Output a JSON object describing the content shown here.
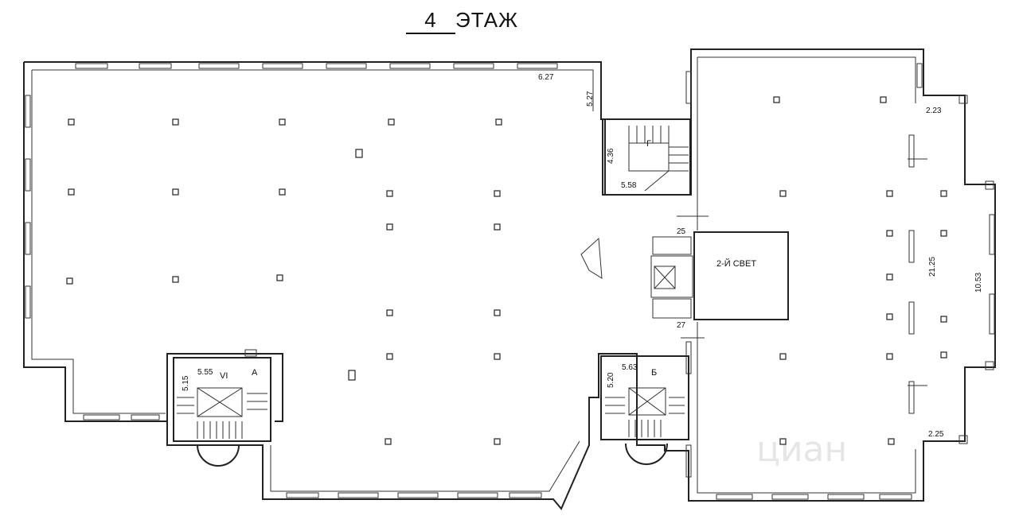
{
  "plan_title": {
    "floor_number": "4",
    "floor_word": "ЭТАЖ"
  },
  "labels": {
    "double_height": "2-Й СВЕТ",
    "stair_a": "А",
    "stair_b": "Б",
    "stair_g": "Г",
    "stair_a_roman": "VI",
    "small_25": "25",
    "small_27": "27"
  },
  "dimensions": {
    "d_6_27": "6.27",
    "d_5_27": "5.27",
    "d_4_36": "4.36",
    "d_5_58": "5.58",
    "d_2_23": "2.23",
    "d_21_25": "21.25",
    "d_10_53": "10.53",
    "d_2_25": "2.25",
    "d_5_55": "5.55",
    "d_5_15": "5.15",
    "d_5_63": "5.63",
    "d_5_20": "5.20"
  },
  "watermark": "циан"
}
